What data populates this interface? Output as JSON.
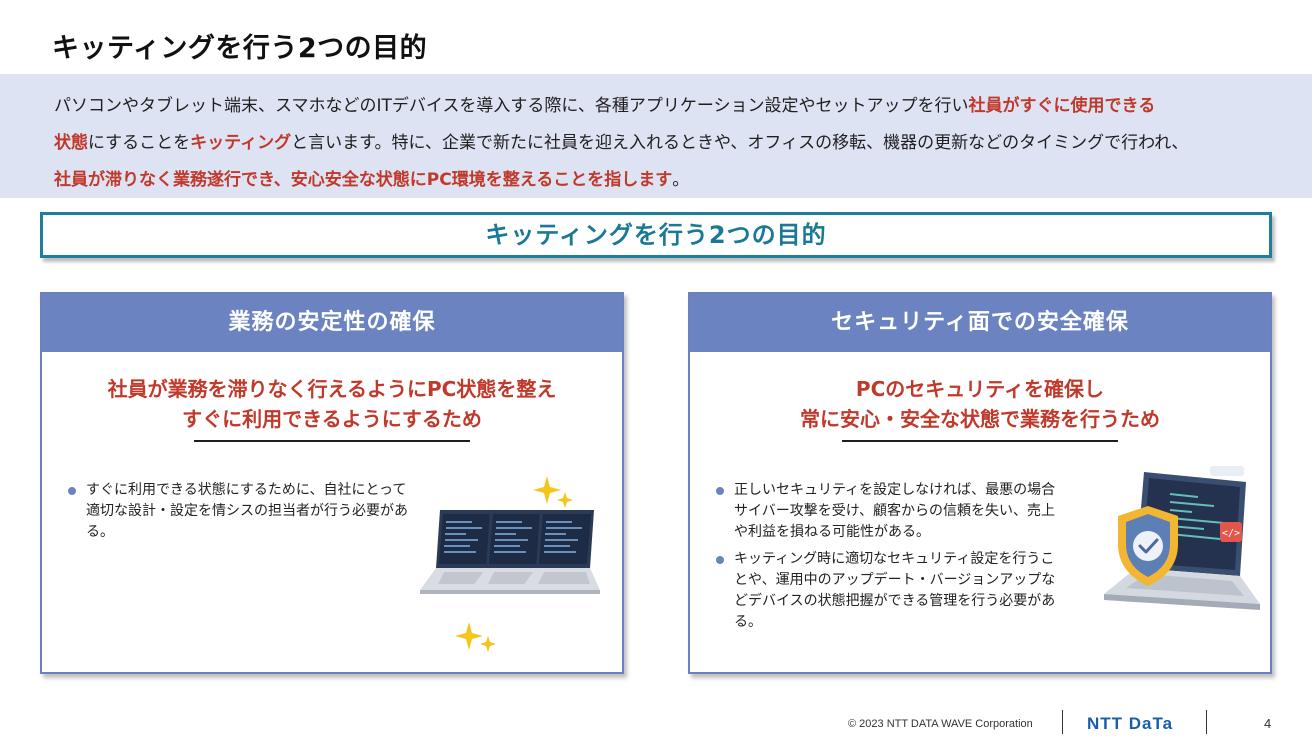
{
  "title": "キッティングを行う2つの目的",
  "intro": {
    "line1_text": "パソコンやタブレット端末、スマホなどのITデバイスを導入する際に、各種アプリケーション設定やセットアップを行い",
    "line1_hl": "社員がすぐに使用できる",
    "line2_hl1": "状態",
    "line2_text1": "にすることを",
    "line2_hl2": "キッティング",
    "line2_text2": "と言います。特に、企業で新たに社員を迎え入れるときや、オフィスの移転、機器の更新などのタイミングで行われ、",
    "line3_hl": "社員が滞りなく業務遂行でき、安心安全な状態にPC環境を整えることを指します",
    "line3_end": "。"
  },
  "banner": "キッティングを行う2つの目的",
  "cards": {
    "left": {
      "header": "業務の安定性の確保",
      "sub1": "社員が業務を滞りなく行えるようにPC状態を整え",
      "sub2": "すぐに利用できるようにするため",
      "bullets": [
        "すぐに利用できる状態にするために、自社にとって適切な設計・設定を情シスの担当者が行う必要がある。"
      ]
    },
    "right": {
      "header": "セキュリティ面での安全確保",
      "sub1": "PCのセキュリティを確保し",
      "sub2": "常に安心・安全な状態で業務を行うため",
      "bullets": [
        "正しいセキュリティを設定しなければ、最悪の場合サイバー攻撃を受け、顧客からの信頼を失い、売上や利益を損ねる可能性がある。",
        "キッティング時に適切なセキュリティ設定を行うことや、運用中のアップデート・バージョンアップなどデバイスの状態把握ができる管理を行う必要がある。"
      ]
    }
  },
  "icons": {
    "left_illustration": "laptops-with-sparkles-icon",
    "right_illustration": "laptop-shield-check-icon"
  },
  "colors": {
    "highlight": "#c0392b",
    "banner": "#1a7996",
    "card_header": "#6b84c1",
    "intro_bg": "#dde3f3"
  },
  "footer": {
    "copyright": "© 2023 NTT DATA WAVE Corporation",
    "logo": "NTT DaTa",
    "page": "4"
  }
}
